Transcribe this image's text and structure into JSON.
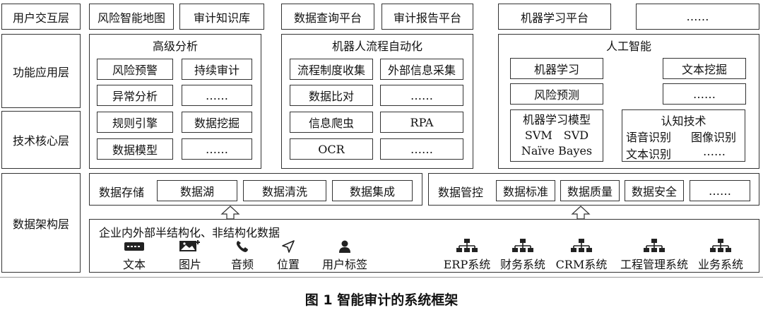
{
  "layers": {
    "user": "用户交互层",
    "function": "功能应用层",
    "tech": "技术核心层",
    "data": "数据架构层"
  },
  "top": [
    "风险智能地图",
    "审计知识库",
    "数据查询平台",
    "审计报告平台",
    "机器学习平台",
    "……"
  ],
  "advanced": {
    "title": "高级分析",
    "items": [
      "风险预警",
      "持续审计",
      "异常分析",
      "……",
      "规则引擎",
      "数据挖掘",
      "数据模型",
      "……"
    ]
  },
  "rpa": {
    "title": "机器人流程自动化",
    "items": [
      "流程制度收集",
      "外部信息采集",
      "数据比对",
      "……",
      "信息爬虫",
      "RPA",
      "OCR",
      "……"
    ]
  },
  "ai": {
    "title": "人工智能",
    "items": [
      "机器学习",
      "文本挖掘",
      "风险预测",
      "……"
    ],
    "ml_model": {
      "title": "机器学习模型",
      "line2": "SVM　SVD",
      "line3": "Naïve Bayes"
    },
    "cognitive": {
      "title": "认知技术",
      "r1a": "语音识别",
      "r1b": "图像识别",
      "r2a": "文本识别",
      "r2b": "……"
    }
  },
  "storage": {
    "label": "数据存储",
    "items": [
      "数据湖",
      "数据清洗",
      "数据集成"
    ]
  },
  "governance": {
    "label": "数据管控",
    "items": [
      "数据标准",
      "数据质量",
      "数据安全",
      "……"
    ]
  },
  "sources": {
    "title": "企业内外部半结构化、非结构化数据",
    "media": [
      "文本",
      "图片",
      "音频",
      "位置",
      "用户标签"
    ],
    "systems": [
      "ERP系统",
      "财务系统",
      "CRM系统",
      "工程管理系统",
      "业务系统"
    ]
  },
  "caption": "图 1  智能审计的系统框架"
}
